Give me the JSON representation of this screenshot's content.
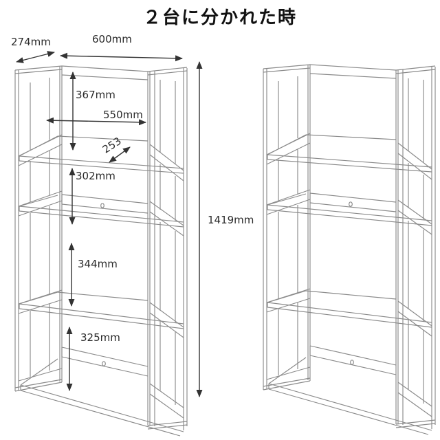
{
  "title": "２台に分かれた時",
  "left_unit": {
    "dims": {
      "depth": "274mm",
      "outer_width": "600mm",
      "top_space": "367mm",
      "inner_width": "550mm",
      "shelf_depth": "253",
      "second_space": "302mm",
      "total_height": "1419mm",
      "third_space": "344mm",
      "bottom_space": "325mm"
    }
  },
  "colors": {
    "background": "#ffffff",
    "furniture_line": "#8a8a8a",
    "dimension_line": "#333333",
    "label_text": "#2a2a2a",
    "title_text": "#111111"
  }
}
